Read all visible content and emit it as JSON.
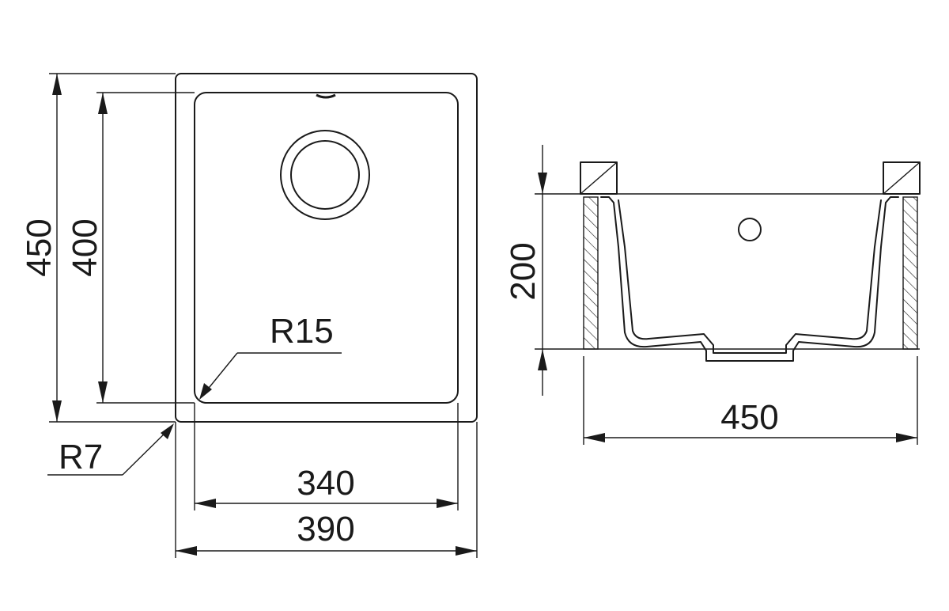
{
  "top_view": {
    "outer_height": "450",
    "inner_height": "400",
    "inner_corner_radius": "R15",
    "outer_corner_radius": "R7",
    "inner_width": "340",
    "outer_width": "390"
  },
  "section_view": {
    "depth": "200",
    "width": "450"
  }
}
